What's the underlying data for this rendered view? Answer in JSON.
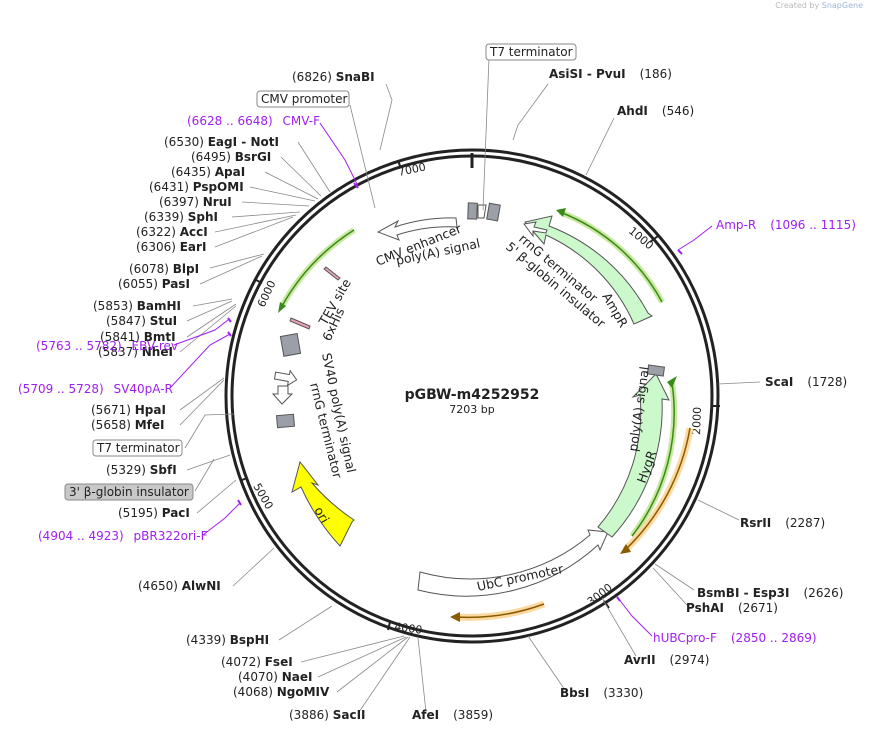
{
  "watermark": {
    "prefix": "Created by",
    "product": "SnapGene"
  },
  "plasmid": {
    "name": "pGBW-m4252952",
    "length_label": "7203 bp",
    "length": 7203
  },
  "colors": {
    "feature_fill": "#ccf9cc",
    "feature_edge": "#2f8f2f",
    "primer": "#a020f0",
    "ori": "#ffff00",
    "orange": "#f5a623",
    "grey": "#9ba0a8",
    "green_arrow": "#3a8a1a"
  },
  "ticks": [
    "1000",
    "2000",
    "3000",
    "4000",
    "5000",
    "6000",
    "7000"
  ],
  "sites": [
    {
      "name": "SnaBI",
      "pos": "(6826)"
    },
    {
      "name": "AsiSI",
      "name2": "PvuI",
      "pos": "(186)"
    },
    {
      "name": "AhdI",
      "pos": "(546)"
    },
    {
      "name": "EagI",
      "name2": "NotI",
      "pos": "(6530)"
    },
    {
      "name": "BsrGI",
      "pos": "(6495)"
    },
    {
      "name": "ApaI",
      "pos": "(6435)"
    },
    {
      "name": "PspOMI",
      "pos": "(6431)"
    },
    {
      "name": "NruI",
      "pos": "(6397)"
    },
    {
      "name": "SphI",
      "pos": "(6339)"
    },
    {
      "name": "AccI",
      "pos": "(6322)"
    },
    {
      "name": "EarI",
      "pos": "(6306)"
    },
    {
      "name": "BlpI",
      "pos": "(6078)"
    },
    {
      "name": "PasI",
      "pos": "(6055)"
    },
    {
      "name": "BamHI",
      "pos": "(5853)"
    },
    {
      "name": "StuI",
      "pos": "(5847)"
    },
    {
      "name": "BmtI",
      "pos": "(5841)"
    },
    {
      "name": "NheI",
      "pos": "(5837)"
    },
    {
      "name": "HpaI",
      "pos": "(5671)"
    },
    {
      "name": "MfeI",
      "pos": "(5658)"
    },
    {
      "name": "SbfI",
      "pos": "(5329)"
    },
    {
      "name": "PacI",
      "pos": "(5195)"
    },
    {
      "name": "AlwNI",
      "pos": "(4650)"
    },
    {
      "name": "BspHI",
      "pos": "(4339)"
    },
    {
      "name": "FseI",
      "pos": "(4072)"
    },
    {
      "name": "NaeI",
      "pos": "(4070)"
    },
    {
      "name": "NgoMIV",
      "pos": "(4068)"
    },
    {
      "name": "SacII",
      "pos": "(3886)"
    },
    {
      "name": "AfeI",
      "pos": "(3859)"
    },
    {
      "name": "ScaI",
      "pos": "(1728)"
    },
    {
      "name": "RsrII",
      "pos": "(2287)"
    },
    {
      "name": "BsmBI",
      "name2": "Esp3I",
      "pos": "(2626)"
    },
    {
      "name": "PshAI",
      "pos": "(2671)"
    },
    {
      "name": "AvrII",
      "pos": "(2974)"
    },
    {
      "name": "BbsI",
      "pos": "(3330)"
    }
  ],
  "primers": [
    {
      "name": "CMV-F",
      "range": "(6628 .. 6648)"
    },
    {
      "name": "Amp-R",
      "range": "(1096 .. 1115)"
    },
    {
      "name": "EBV-rev",
      "range": "(5763 .. 5782)"
    },
    {
      "name": "SV40pA-R",
      "range": "(5709 .. 5728)"
    },
    {
      "name": "pBR322ori-F",
      "range": "(4904 .. 4923)"
    },
    {
      "name": "hUBCpro-F",
      "range": "(2850 .. 2869)"
    }
  ],
  "boxed_labels": [
    "T7 terminator",
    "CMV promoter",
    "T7 terminator",
    "3' β-globin insulator"
  ],
  "features": {
    "cmv_enhancer": "CMV enhancer",
    "polya_signal_top": "poly(A) signal",
    "rrng_terminator_top": "rrnG terminator",
    "beta_globin_5": "5' β-globin insulator",
    "ampr": "AmpR",
    "tev": "TEV site",
    "his": "6xHis",
    "sv40": "SV40 poly(A) signal",
    "rrng_terminator_left": "rrnG terminator",
    "ori": "ori",
    "polya_signal_right": "poly(A) signal",
    "hygr": "HygR",
    "ubc": "UbC promoter"
  }
}
